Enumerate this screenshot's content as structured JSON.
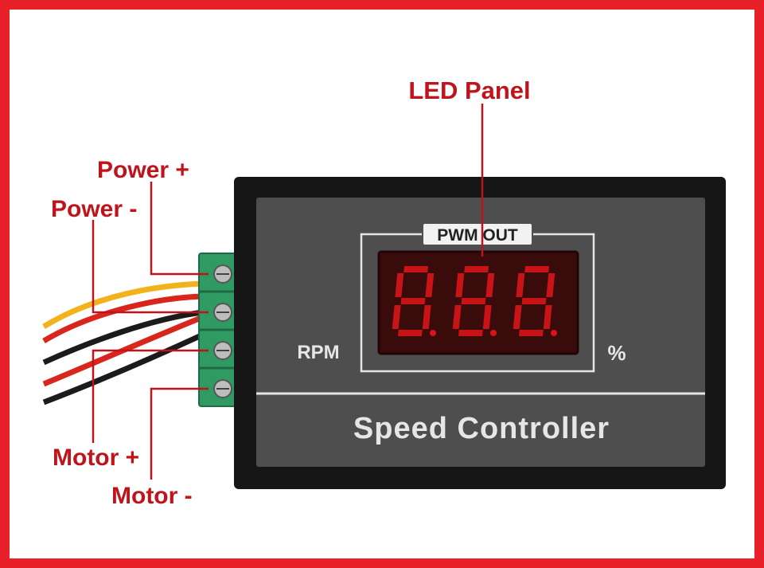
{
  "labels": {
    "led_panel": "LED Panel",
    "power_plus": "Power +",
    "power_minus": "Power -",
    "motor_plus": "Motor +",
    "motor_minus": "Motor -"
  },
  "device": {
    "pwm_out": "PWM OUT",
    "rpm": "RPM",
    "percent": "%",
    "title": "Speed Controller",
    "display_digits": [
      "8.",
      "8.",
      "8."
    ]
  },
  "colors": {
    "frame": "#e8202a",
    "callout": "#c0141c",
    "panel_body": "#161616",
    "faceplate": "#4e4e4e",
    "faceplate_text": "#e6e6e6",
    "led_window": "#3a0b0b",
    "led_segment": "#d81418",
    "terminal": "#2f9a62",
    "wire_yellow": "#f3b21c",
    "wire_red": "#d8261c",
    "wire_black": "#1b1b1b"
  }
}
